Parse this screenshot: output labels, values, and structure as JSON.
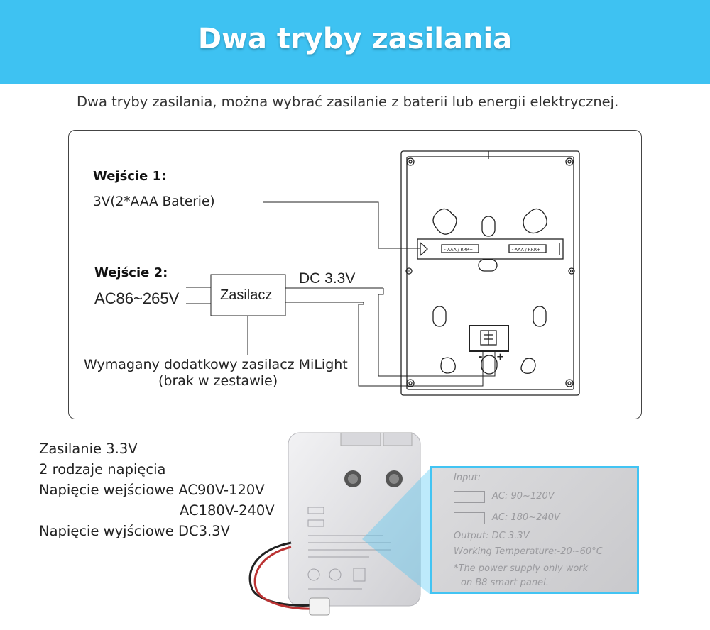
{
  "banner": {
    "title": "Dwa tryby zasilania"
  },
  "subtitle": "Dwa tryby zasilania, można wybrać zasilanie z baterii lub energii elektrycznej.",
  "diagram": {
    "input1_title": "Wejście 1:",
    "input1_value": "3V(2*AAA Baterie)",
    "input2_title": "Wejście 2:",
    "input2_value": "AC86~265V",
    "psu_label": "Zasilacz",
    "dc_label": "DC 3.3V",
    "note_line1": "Wymagany dodatkowy zasilacz MiLight",
    "note_line2": "(brak w zestawie)",
    "battery_label": "~AAA / RRR+",
    "minus": "-",
    "plus": "+"
  },
  "specs": {
    "line1": "Zasilanie 3.3V",
    "line2": "2 rodzaje napięcia",
    "line3": "Napięcie wejściowe AC90V-120V",
    "line4": "AC180V-240V",
    "line5": "Napięcie wyjściowe DC3.3V"
  },
  "label_closeup": {
    "input": "Input:",
    "ac1": "AC: 90~120V",
    "ac2": "AC: 180~240V",
    "output": "Output: DC 3.3V",
    "temp": "Working Temperature:-20~60°C",
    "note1": "*The power supply only work",
    "note2": "on B8 smart panel."
  },
  "colors": {
    "banner": "#3ec2f2",
    "inset_border": "#42c4f3",
    "white": "#ffffff"
  }
}
